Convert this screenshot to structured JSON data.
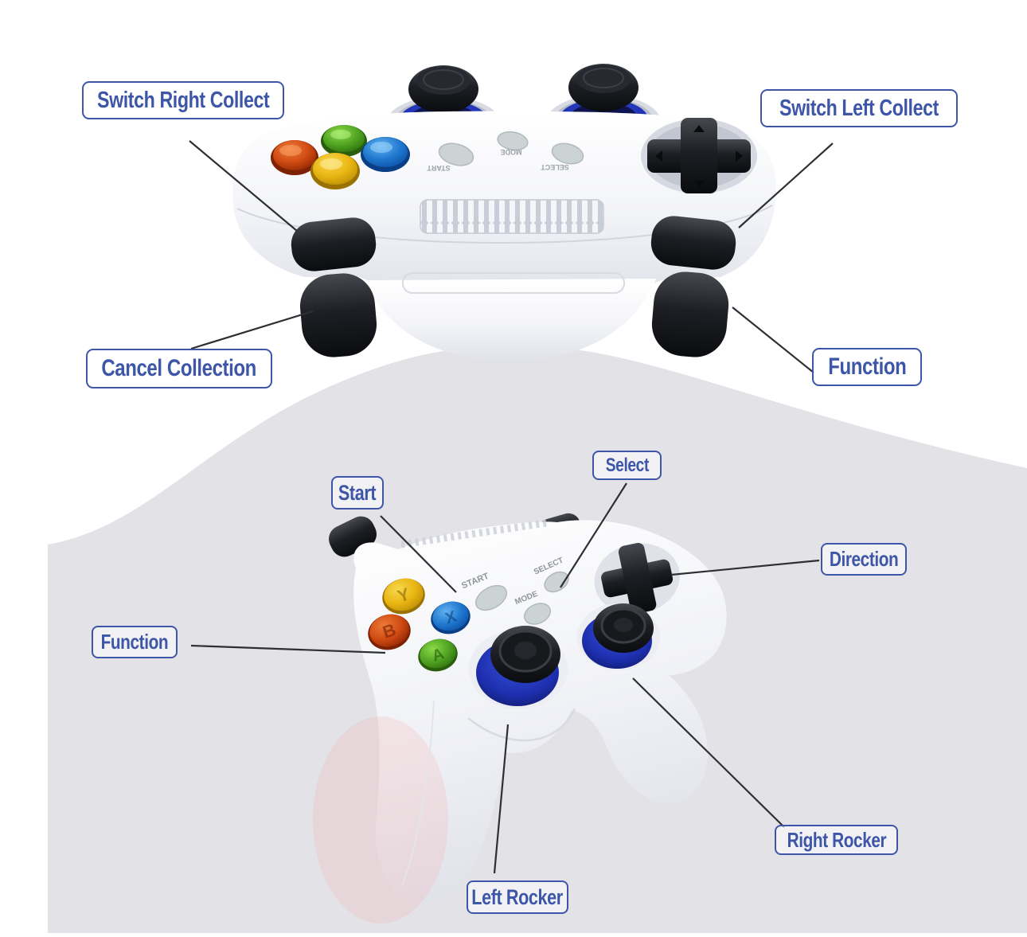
{
  "figure": {
    "type": "product-annotation-diagram",
    "subject": "wireless game controller, two views"
  },
  "colors": {
    "label_blue": "#3d56a8",
    "wave_gray": "#e3e3e7",
    "leader_line": "#2e2f33",
    "body_white": "#f5f6fa",
    "black_part": "#1b1d22",
    "stick_blue": "#2234bb",
    "button_red": "#c23c0e",
    "button_yellow": "#e7b51a",
    "button_green": "#49991f",
    "button_blue": "#1f76cf",
    "grey_button": "#ccd3d5"
  },
  "top_view": {
    "annotations": [
      {
        "id": "switch-right-collect",
        "label": "Switch Right Collect"
      },
      {
        "id": "switch-left-collect",
        "label": "Switch Left Collect"
      },
      {
        "id": "cancel-collection",
        "label": "Cancel Collection"
      },
      {
        "id": "function",
        "label": "Function"
      }
    ],
    "printed_text": {
      "start": "START",
      "mode": "MODE",
      "select": "SELECT"
    }
  },
  "bottom_view": {
    "annotations": [
      {
        "id": "start",
        "label": "Start"
      },
      {
        "id": "select",
        "label": "Select"
      },
      {
        "id": "direction",
        "label": "Direction"
      },
      {
        "id": "function",
        "label": "Function"
      },
      {
        "id": "right-rocker",
        "label": "Right Rocker"
      },
      {
        "id": "left-rocker",
        "label": "Left Rocker"
      }
    ],
    "printed_text": {
      "start": "START",
      "mode": "MODE",
      "select": "SELECT"
    },
    "button_letters": {
      "y": "Y",
      "b": "B",
      "x": "X",
      "a": "A"
    }
  }
}
